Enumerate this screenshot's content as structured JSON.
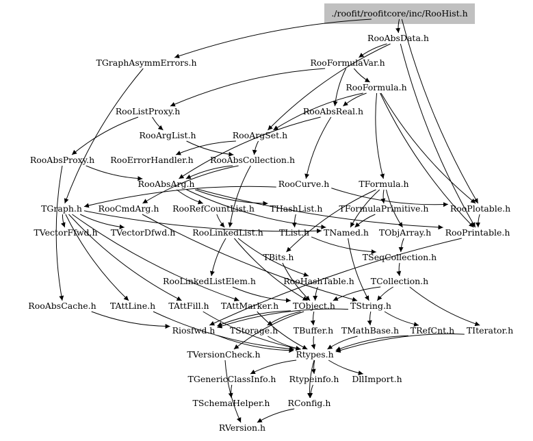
{
  "graph": {
    "root": "root",
    "colors": {
      "root_fill": "#c0c0c0",
      "edge": "#000000",
      "text": "#000000",
      "background": "#ffffff"
    },
    "nodes": [
      {
        "id": "root",
        "label": "./roofit/roofitcore/inc/RooHist.h"
      },
      {
        "id": "RooAbsData",
        "label": "RooAbsData.h"
      },
      {
        "id": "TGraphAsymmErrors",
        "label": "TGraphAsymmErrors.h"
      },
      {
        "id": "RooFormulaVar",
        "label": "RooFormulaVar.h"
      },
      {
        "id": "RooFormula",
        "label": "RooFormula.h"
      },
      {
        "id": "RooListProxy",
        "label": "RooListProxy.h"
      },
      {
        "id": "RooAbsReal",
        "label": "RooAbsReal.h"
      },
      {
        "id": "RooArgList",
        "label": "RooArgList.h"
      },
      {
        "id": "RooArgSet",
        "label": "RooArgSet.h"
      },
      {
        "id": "RooAbsProxy",
        "label": "RooAbsProxy.h"
      },
      {
        "id": "RooErrorHandler",
        "label": "RooErrorHandler.h"
      },
      {
        "id": "RooAbsCollection",
        "label": "RooAbsCollection.h"
      },
      {
        "id": "RooAbsArg",
        "label": "RooAbsArg.h"
      },
      {
        "id": "RooCurve",
        "label": "RooCurve.h"
      },
      {
        "id": "TFormula",
        "label": "TFormula.h"
      },
      {
        "id": "TGraph",
        "label": "TGraph.h"
      },
      {
        "id": "RooCmdArg",
        "label": "RooCmdArg.h"
      },
      {
        "id": "RooRefCountList",
        "label": "RooRefCountList.h"
      },
      {
        "id": "THashList",
        "label": "THashList.h"
      },
      {
        "id": "TFormulaPrimitive",
        "label": "TFormulaPrimitive.h"
      },
      {
        "id": "RooPlotable",
        "label": "RooPlotable.h"
      },
      {
        "id": "TVectorFfwd",
        "label": "TVectorFfwd.h"
      },
      {
        "id": "TVectorDfwd",
        "label": "TVectorDfwd.h"
      },
      {
        "id": "RooLinkedList",
        "label": "RooLinkedList.h"
      },
      {
        "id": "TList",
        "label": "TList.h"
      },
      {
        "id": "TNamed",
        "label": "TNamed.h"
      },
      {
        "id": "TObjArray",
        "label": "TObjArray.h"
      },
      {
        "id": "RooPrintable",
        "label": "RooPrintable.h"
      },
      {
        "id": "TBits",
        "label": "TBits.h"
      },
      {
        "id": "TSeqCollection",
        "label": "TSeqCollection.h"
      },
      {
        "id": "RooLinkedListElem",
        "label": "RooLinkedListElem.h"
      },
      {
        "id": "RooHashTable",
        "label": "RooHashTable.h"
      },
      {
        "id": "TCollection",
        "label": "TCollection.h"
      },
      {
        "id": "RooAbsCache",
        "label": "RooAbsCache.h"
      },
      {
        "id": "TAttLine",
        "label": "TAttLine.h"
      },
      {
        "id": "TAttFill",
        "label": "TAttFill.h"
      },
      {
        "id": "TAttMarker",
        "label": "TAttMarker.h"
      },
      {
        "id": "TObject",
        "label": "TObject.h"
      },
      {
        "id": "TString",
        "label": "TString.h"
      },
      {
        "id": "Riosfwd",
        "label": "Riosfwd.h"
      },
      {
        "id": "TStorage",
        "label": "TStorage.h"
      },
      {
        "id": "TBuffer",
        "label": "TBuffer.h"
      },
      {
        "id": "TMathBase",
        "label": "TMathBase.h"
      },
      {
        "id": "TRefCnt",
        "label": "TRefCnt.h"
      },
      {
        "id": "TIterator",
        "label": "TIterator.h"
      },
      {
        "id": "TVersionCheck",
        "label": "TVersionCheck.h"
      },
      {
        "id": "Rtypes",
        "label": "Rtypes.h"
      },
      {
        "id": "TGenericClassInfo",
        "label": "TGenericClassInfo.h"
      },
      {
        "id": "Rtypeinfo",
        "label": "Rtypeinfo.h"
      },
      {
        "id": "DllImport",
        "label": "DllImport.h"
      },
      {
        "id": "TSchemaHelper",
        "label": "TSchemaHelper.h"
      },
      {
        "id": "RConfig",
        "label": "RConfig.h"
      },
      {
        "id": "RVersion",
        "label": "RVersion.h"
      }
    ],
    "edges": [
      [
        "root",
        "TGraphAsymmErrors"
      ],
      [
        "root",
        "RooPlotable"
      ],
      [
        "root",
        "RooAbsData"
      ],
      [
        "RooAbsData",
        "RooFormulaVar"
      ],
      [
        "RooAbsData",
        "RooArgSet"
      ],
      [
        "RooAbsData",
        "RooPrintable"
      ],
      [
        "TGraphAsymmErrors",
        "TGraph"
      ],
      [
        "RooFormulaVar",
        "RooListProxy"
      ],
      [
        "RooFormulaVar",
        "RooFormula"
      ],
      [
        "RooFormulaVar",
        "RooAbsReal"
      ],
      [
        "RooFormula",
        "RooAbsReal"
      ],
      [
        "RooFormula",
        "TFormula"
      ],
      [
        "RooFormula",
        "RooArgSet"
      ],
      [
        "RooFormula",
        "RooPrintable"
      ],
      [
        "RooFormula",
        "RooPlotable"
      ],
      [
        "RooListProxy",
        "RooArgList"
      ],
      [
        "RooListProxy",
        "RooAbsProxy"
      ],
      [
        "RooAbsReal",
        "RooAbsArg"
      ],
      [
        "RooAbsReal",
        "RooCurve"
      ],
      [
        "RooArgList",
        "RooAbsCollection"
      ],
      [
        "RooArgSet",
        "RooErrorHandler"
      ],
      [
        "RooArgSet",
        "RooAbsCollection"
      ],
      [
        "RooAbsProxy",
        "RooAbsArg"
      ],
      [
        "RooAbsProxy",
        "RooAbsCache"
      ],
      [
        "RooAbsCollection",
        "RooAbsArg"
      ],
      [
        "RooAbsCollection",
        "RooCmdArg"
      ],
      [
        "RooAbsCollection",
        "RooLinkedList"
      ],
      [
        "RooAbsArg",
        "THashList"
      ],
      [
        "RooAbsArg",
        "RooRefCountList"
      ],
      [
        "RooAbsArg",
        "RooPrintable"
      ],
      [
        "RooAbsArg",
        "TNamed"
      ],
      [
        "RooCurve",
        "TGraph"
      ],
      [
        "RooCurve",
        "RooPlotable"
      ],
      [
        "TFormula",
        "TFormulaPrimitive"
      ],
      [
        "TFormula",
        "TBits"
      ],
      [
        "TFormula",
        "TNamed"
      ],
      [
        "TFormula",
        "TObjArray"
      ],
      [
        "TGraph",
        "TVectorFfwd"
      ],
      [
        "TGraph",
        "TVectorDfwd"
      ],
      [
        "TGraph",
        "TAttLine"
      ],
      [
        "TGraph",
        "TAttFill"
      ],
      [
        "TGraph",
        "TAttMarker"
      ],
      [
        "TGraph",
        "TNamed"
      ],
      [
        "RooCmdArg",
        "TString"
      ],
      [
        "RooRefCountList",
        "RooLinkedList"
      ],
      [
        "THashList",
        "TList"
      ],
      [
        "TFormulaPrimitive",
        "TNamed"
      ],
      [
        "RooPlotable",
        "RooPrintable"
      ],
      [
        "RooLinkedList",
        "RooLinkedListElem"
      ],
      [
        "RooLinkedList",
        "RooHashTable"
      ],
      [
        "RooLinkedList",
        "TObject"
      ],
      [
        "TList",
        "TSeqCollection"
      ],
      [
        "TNamed",
        "TString"
      ],
      [
        "TObjArray",
        "TSeqCollection"
      ],
      [
        "RooPrintable",
        "Riosfwd"
      ],
      [
        "TBits",
        "TObject"
      ],
      [
        "TSeqCollection",
        "TCollection"
      ],
      [
        "RooLinkedListElem",
        "TObject"
      ],
      [
        "RooHashTable",
        "TObject"
      ],
      [
        "TCollection",
        "TObject"
      ],
      [
        "TCollection",
        "TIterator"
      ],
      [
        "TCollection",
        "TString"
      ],
      [
        "RooAbsCache",
        "Riosfwd"
      ],
      [
        "TAttLine",
        "Rtypes"
      ],
      [
        "TAttFill",
        "Rtypes"
      ],
      [
        "TAttMarker",
        "Rtypes"
      ],
      [
        "TObject",
        "Riosfwd"
      ],
      [
        "TObject",
        "TStorage"
      ],
      [
        "TObject",
        "TBuffer"
      ],
      [
        "TObject",
        "TVersionCheck"
      ],
      [
        "TString",
        "TMathBase"
      ],
      [
        "TString",
        "TRefCnt"
      ],
      [
        "TString",
        "Riosfwd"
      ],
      [
        "Riosfwd",
        "Rtypes"
      ],
      [
        "TStorage",
        "Rtypes"
      ],
      [
        "TBuffer",
        "Rtypes"
      ],
      [
        "TMathBase",
        "Rtypes"
      ],
      [
        "TRefCnt",
        "Rtypes"
      ],
      [
        "TIterator",
        "Rtypes"
      ],
      [
        "TVersionCheck",
        "RVersion"
      ],
      [
        "Rtypes",
        "TGenericClassInfo"
      ],
      [
        "Rtypes",
        "Rtypeinfo"
      ],
      [
        "Rtypes",
        "DllImport"
      ],
      [
        "Rtypes",
        "RConfig"
      ],
      [
        "TGenericClassInfo",
        "TSchemaHelper"
      ],
      [
        "Rtypeinfo",
        "RConfig"
      ],
      [
        "RConfig",
        "RVersion"
      ]
    ]
  }
}
